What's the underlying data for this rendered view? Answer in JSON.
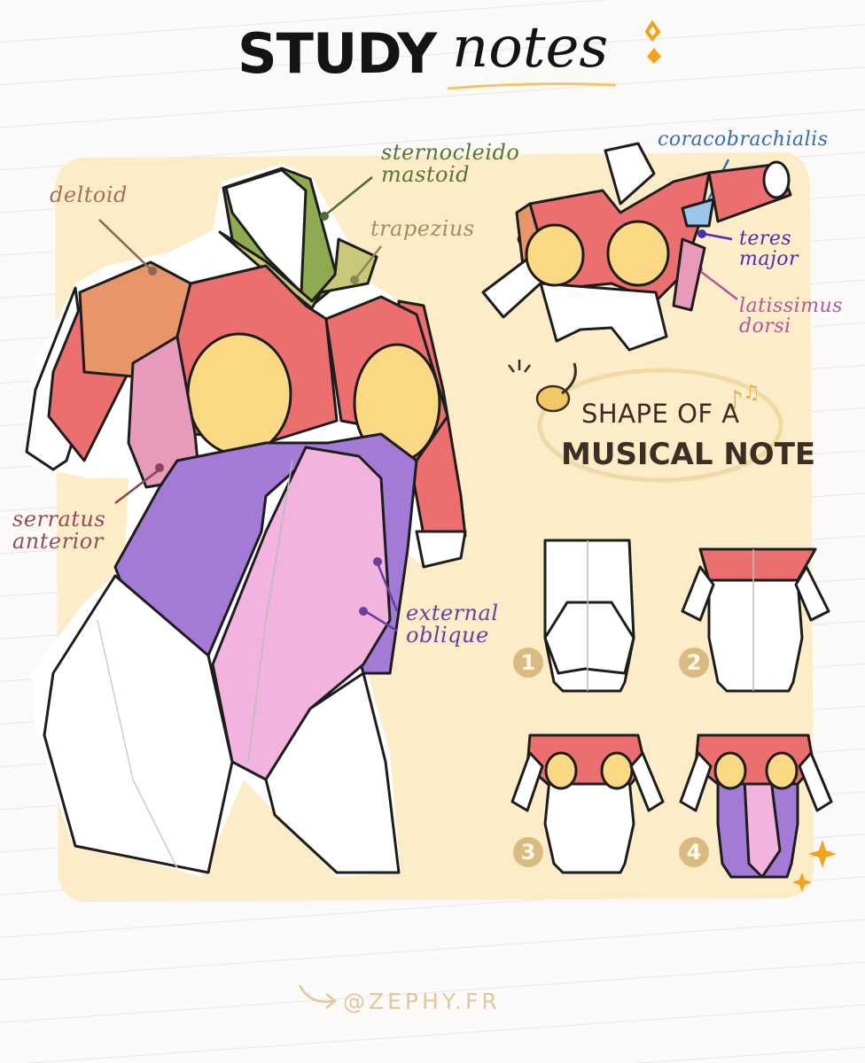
{
  "title": {
    "bold": "STUDY",
    "script": "notes"
  },
  "labels": {
    "deltoid": "deltoid",
    "sternocleidomastoid": "sternocleido\nmastoid",
    "trapezius": "trapezius",
    "serratus_anterior": "serratus\nanterior",
    "external_oblique": "external\noblique",
    "coracobrachialis": "coracobrachialis",
    "teres_major": "teres\nmajor",
    "latissimus_dorsi": "latissimus\ndorsi"
  },
  "callout": {
    "line1": "SHAPE OF A",
    "line2": "MUSICAL NOTE"
  },
  "steps": [
    "1",
    "2",
    "3",
    "4"
  ],
  "credit": "@ZEPHY.FR",
  "colors": {
    "background_panel": "#fcecc8",
    "deltoid": "#e8956a",
    "pectoral": "#ec6f6f",
    "pectoral_highlight": "#fbd884",
    "neck": "#8fab52",
    "trapezius": "#c9c77a",
    "serratus": "#e89aba",
    "oblique": "#a37bd6",
    "rectus": "#f2b3de",
    "accent_orange": "#f2a21b"
  }
}
